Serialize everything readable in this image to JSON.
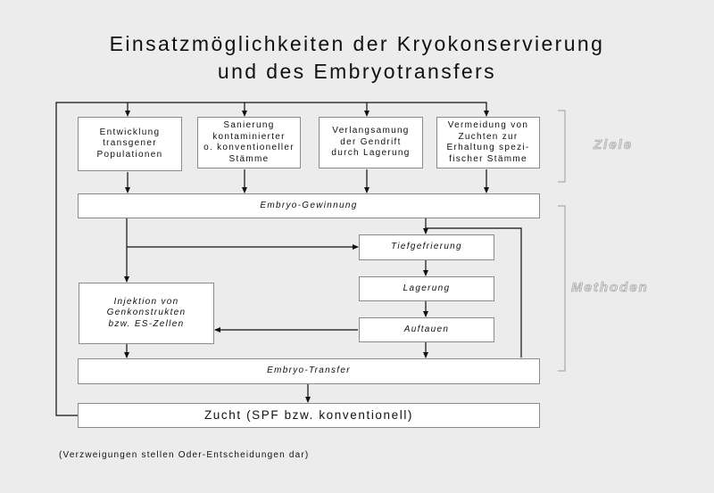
{
  "title": {
    "line1": "Einsatzmöglichkeiten der Kryokonservierung",
    "line2": "und des Embryotransfers"
  },
  "goals": [
    "Entwicklung\ntransgener\nPopulationen",
    "Sanierung\nkontaminierter\no. konventioneller\nStämme",
    "Verlangsamung\nder Gendrift\ndurch Lagerung",
    "Vermeidung von\nZuchten zur\nErhaltung spezi-\nfischer Stämme"
  ],
  "methods": {
    "embryo_gewinnung": "Embryo-Gewinnung",
    "tiefgefrierung": "Tiefgefrierung",
    "lagerung": "Lagerung",
    "auftauen": "Auftauen",
    "injektion": "Injektion von\nGenkonstrukten\nbzw. ES-Zellen",
    "embryo_transfer": "Embryo-Transfer"
  },
  "zucht": "Zucht (SPF bzw. konventionell)",
  "side_labels": {
    "ziele": "Ziele",
    "methoden": "Methoden"
  },
  "footnote": "(Verzweigungen stellen Oder-Entscheidungen dar)",
  "colors": {
    "background": "#ececec",
    "box_fill": "#ffffff",
    "box_border": "#8a8a8a",
    "line": "#111111",
    "bracket": "#9c9c9c"
  }
}
